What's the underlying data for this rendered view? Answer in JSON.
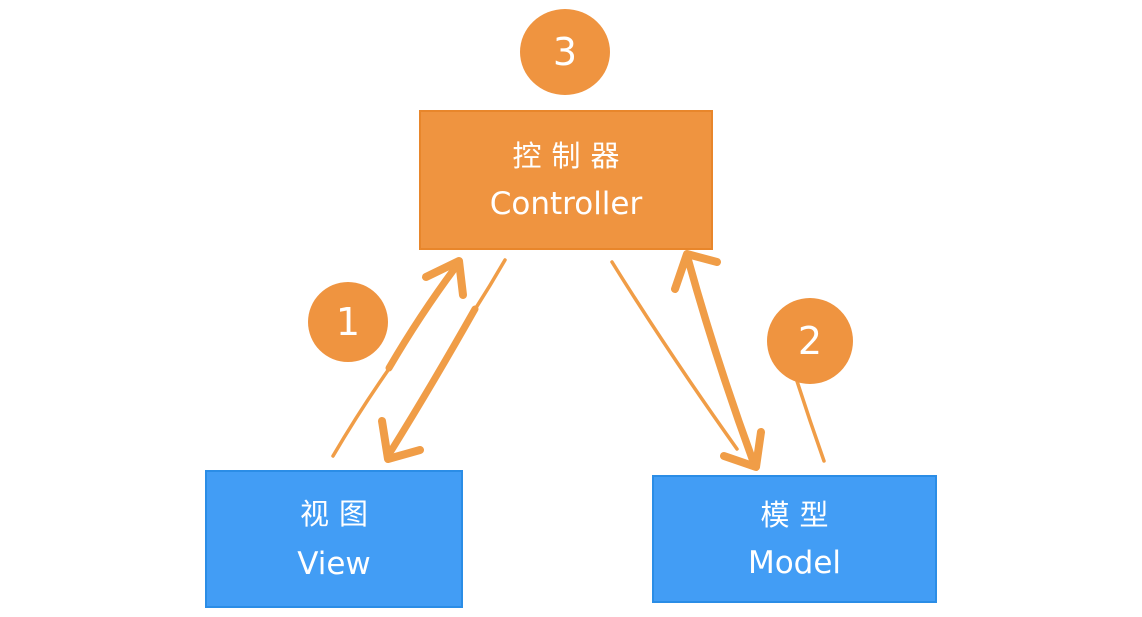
{
  "diagram": {
    "type": "mvc-architecture",
    "background": "#ffffff",
    "colors": {
      "orange_fill": "#ef9440",
      "orange_border": "#e8862b",
      "blue_fill": "#429df5",
      "blue_border": "#2b8de6",
      "arrow": "#f09d47",
      "text": "#ffffff"
    },
    "nodes": [
      {
        "id": "controller",
        "label_zh": "控制器",
        "label_en": "Controller",
        "fill": "#ef9440"
      },
      {
        "id": "view",
        "label_zh": "视图",
        "label_en": "View",
        "fill": "#429df5"
      },
      {
        "id": "model",
        "label_zh": "模型",
        "label_en": "Model",
        "fill": "#429df5"
      }
    ],
    "badges": [
      {
        "id": "1",
        "label": "1"
      },
      {
        "id": "2",
        "label": "2"
      },
      {
        "id": "3",
        "label": "3"
      }
    ],
    "edges": [
      {
        "from": "view",
        "to": "controller",
        "bidirectional": true,
        "badge": "1"
      },
      {
        "from": "controller",
        "to": "model",
        "bidirectional": true,
        "badge": "2"
      }
    ]
  }
}
